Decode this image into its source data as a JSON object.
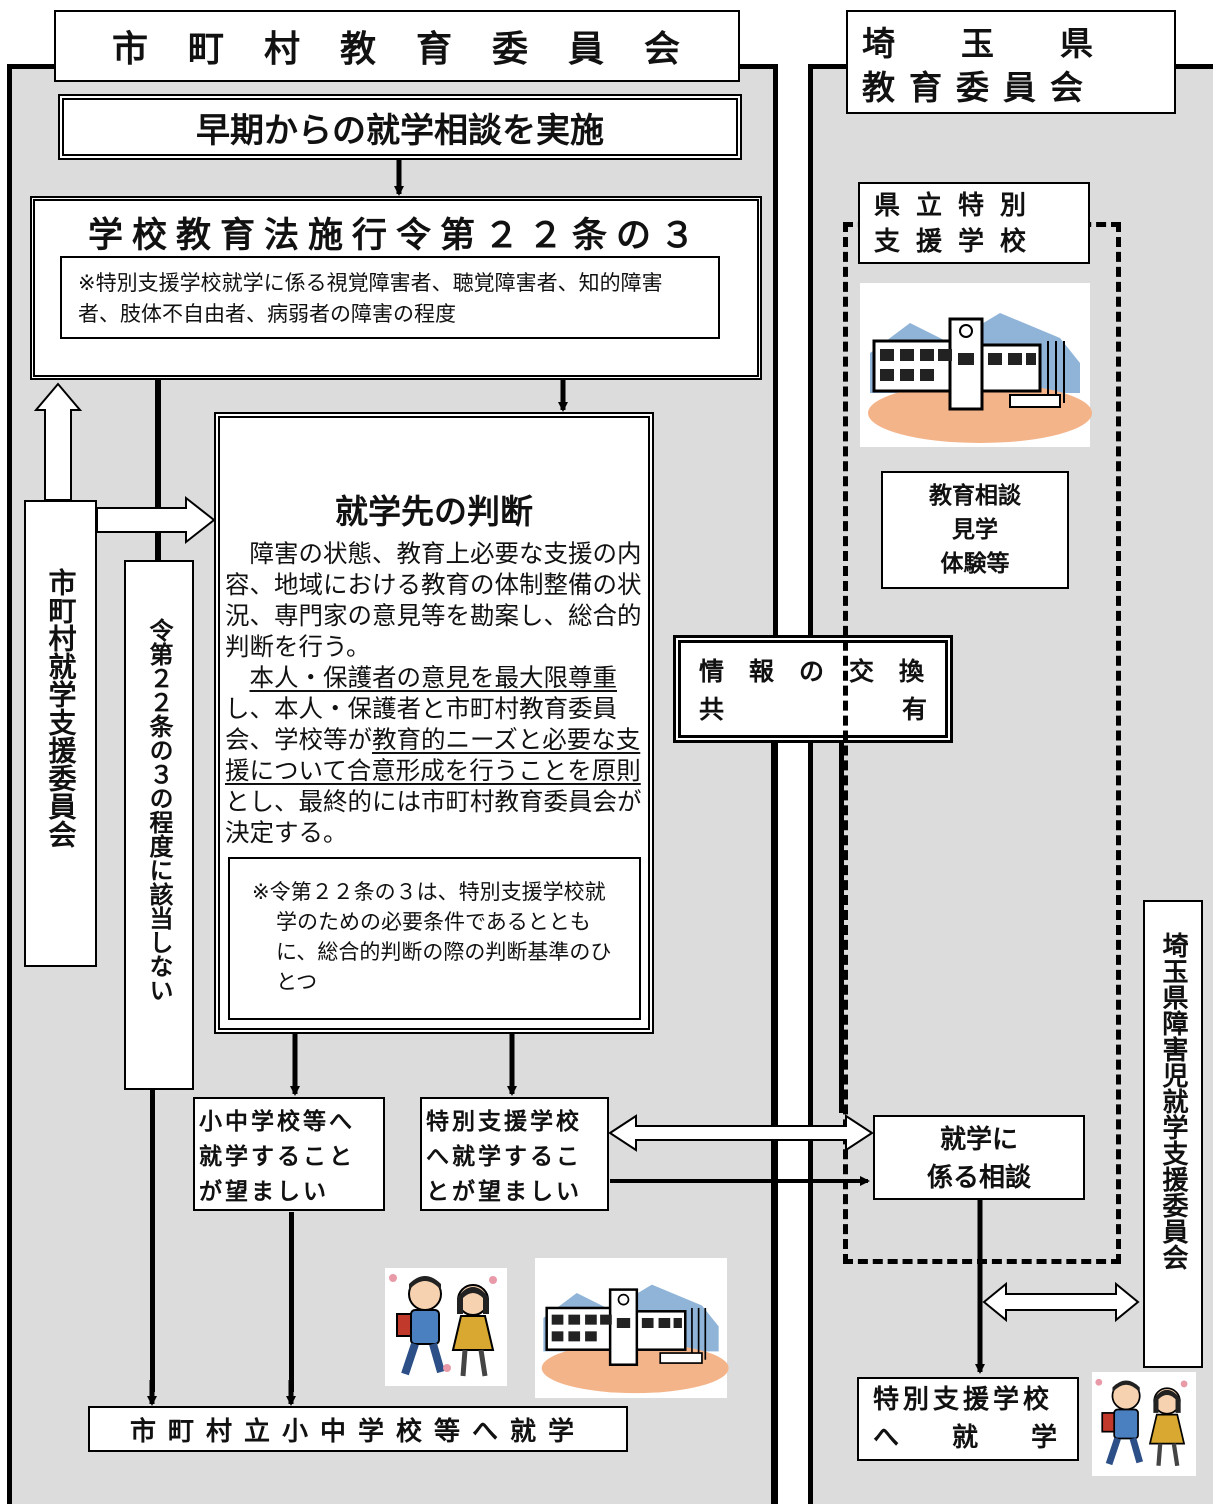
{
  "municipal": {
    "title": "市　町　村　教　育　委　員　会",
    "early_consult": "早期からの就学相談を実施",
    "law_title": "学校教育法施行令第２２条の３",
    "law_note": "※特別支援学校就学に係る視覚障害者、聴覚障害者、知的障害者、肢体不自由者、病弱者の障害の程度",
    "support_committee": "市町村就学支援委員会",
    "not_applicable": "令第２２条の３の程度に該当しない",
    "judge": {
      "title": "就学先の判断",
      "para1": "障害の状態、教育上必要な支援の内容、地域における教育の体制整備の状況、専門家の意見等を勘案し、総合的判断を行う。",
      "para2_u1": "本人・保護者の意見を最大限尊重",
      "para2_a": "し、本人・保護者と市町村教育委員会、学校等が",
      "para2_u2": "教育的ニーズと必要な支援について合意形成を行うことを原則",
      "para2_b": "とし、最終的には市町村教育委員会が決定する。",
      "note": "※令第２２条の３は、特別支援学校就学のための必要条件であるとともに、総合的判断の際の判断基準のひとつ"
    },
    "elem_desirable": "小中学校等へ就学することが望ましい",
    "special_desirable": "特別支援学校へ就学することが望ましい",
    "enroll_local": "市町村立小中学校等へ就学"
  },
  "prefecture": {
    "title_line1": "埼　　玉　　県",
    "title_line2": "教育委員会",
    "school_label_line1": "県立特別",
    "school_label_line2": "支援学校",
    "activities": [
      "教育相談",
      "見学",
      "体験等"
    ],
    "consult_line1": "就学に",
    "consult_line2": "係る相談",
    "support_committee": "埼玉県障害児就学支援委員会",
    "enroll_line1": "特別支援学校",
    "enroll_line2a": "へ",
    "enroll_line2b": "就",
    "enroll_line2c": "学"
  },
  "exchange": {
    "line1": "情　報　の　交　換",
    "line2a": "共",
    "line2b": "有"
  },
  "icons": [
    "school-building-icon",
    "children-walking-icon"
  ]
}
